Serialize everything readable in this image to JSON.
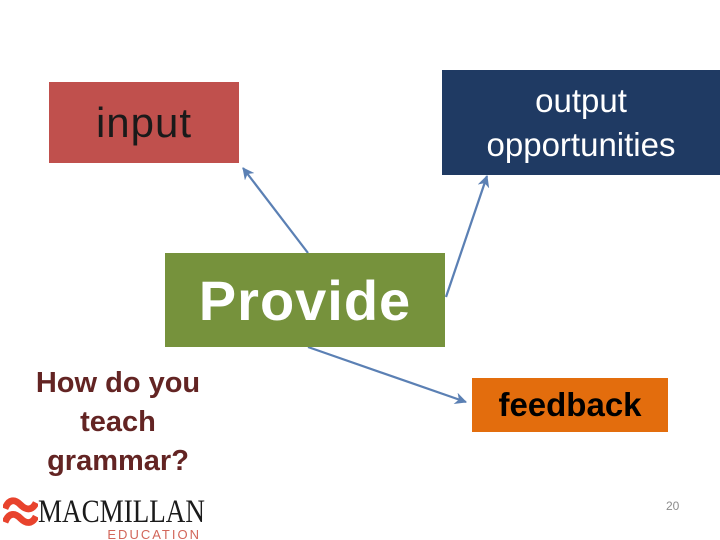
{
  "slide": {
    "background": "#FFFFFF",
    "page_number": "20"
  },
  "question": {
    "full_text": "How do you teach grammar?",
    "lines": [
      "How do you",
      "teach",
      "grammar?"
    ],
    "color": "#632423"
  },
  "diagram": {
    "connector_color": "#5B80B4",
    "nodes": {
      "input": {
        "label": "input",
        "bg": "#C0504D",
        "text_color": "#1A1A1A"
      },
      "output": {
        "label": "output opportunities",
        "bg": "#1F3A63",
        "text_color": "#FFFFFF"
      },
      "provide": {
        "label": "Provide",
        "bg": "#76923C",
        "text_color": "#FFFFFF"
      },
      "feedback": {
        "label": "feedback",
        "bg": "#E36D0D",
        "text_color": "#000000"
      }
    }
  },
  "logo": {
    "icon": "macmillan-waves-icon",
    "icon_color": "#E8432D",
    "brand": "MACMILLAN",
    "brand_color": "#1B1B1B",
    "subtitle": "EDUCATION",
    "subtitle_color": "#D2665A"
  }
}
